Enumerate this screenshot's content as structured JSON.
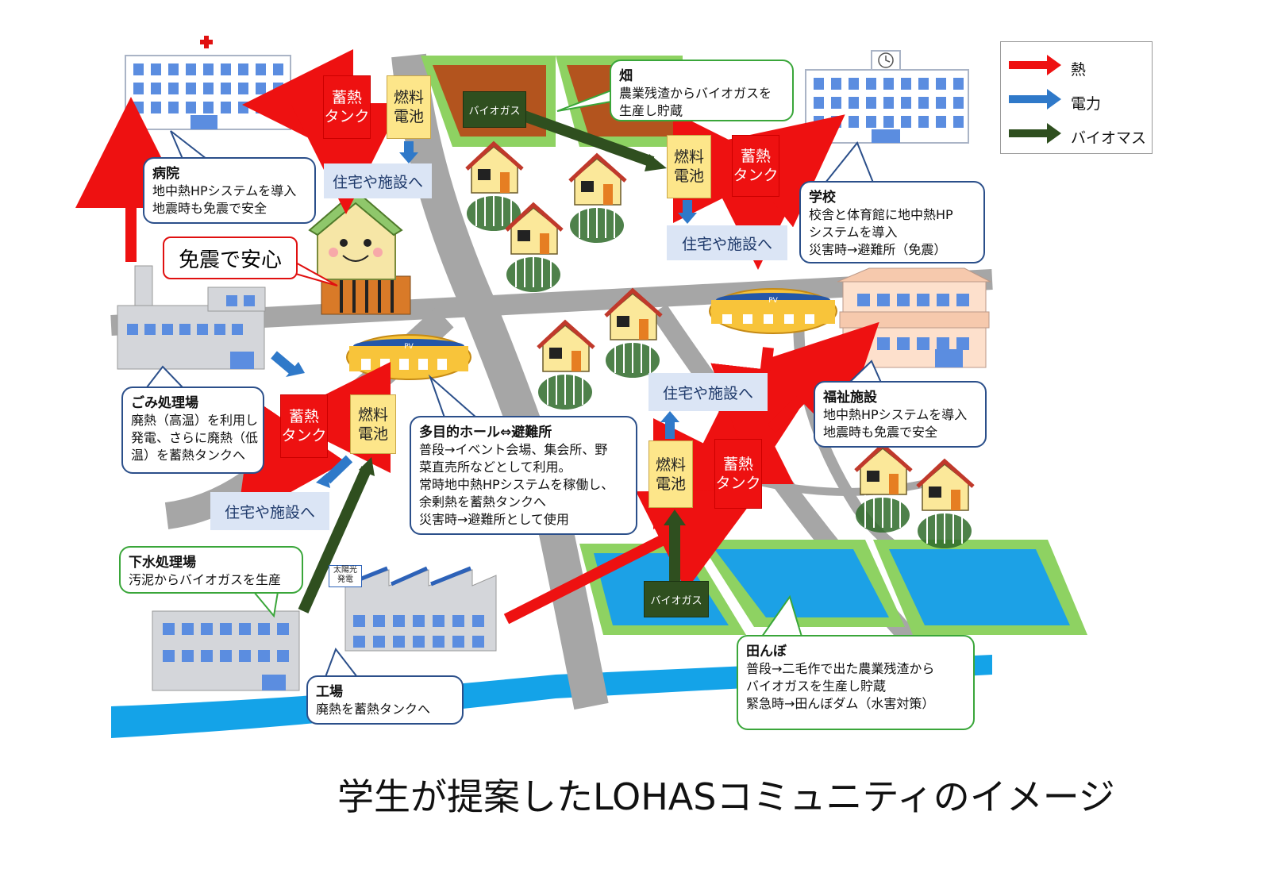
{
  "legend": {
    "heat": "熱",
    "power": "電力",
    "biomass": "バイオマス",
    "heat_color": "#ee1111",
    "power_color": "#2f79c9",
    "biomass_color": "#2f4f1f"
  },
  "units": {
    "tank_label": "蓄熱\nタンク",
    "fuel_cell_label": "燃料\n電池",
    "dest_label": "住宅や施設へ",
    "biogas_label": "バイオガス",
    "pv_label": "PV",
    "solar_label": "太陽光\n発電"
  },
  "callouts": {
    "hospital": {
      "title": "病院",
      "lines": [
        "地中熱HPシステムを導入",
        "地震時も免震で安全"
      ]
    },
    "field": {
      "title": "畑",
      "lines": [
        "農業残渣からバイオガスを",
        "生産し貯蔵"
      ]
    },
    "school": {
      "title": "学校",
      "lines": [
        "校舎と体育館に地中熱HP",
        "システムを導入",
        "災害時→避難所（免震）"
      ]
    },
    "safe": {
      "title": "免震で安心"
    },
    "garbage": {
      "title": "ごみ処理場",
      "lines": [
        "廃熱（高温）を利用し",
        "発電、さらに廃熱（低",
        "温）を蓄熱タンクへ"
      ]
    },
    "hall": {
      "title": "多目的ホール⇔避難所",
      "lines": [
        "普段→イベント会場、集会所、野",
        "菜直売所などとして利用。",
        "常時地中熱HPシステムを稼働し、",
        "余剰熱を蓄熱タンクへ",
        "災害時→避難所として使用"
      ]
    },
    "welfare": {
      "title": "福祉施設",
      "lines": [
        "地中熱HPシステムを導入",
        "地震時も免震で安全"
      ]
    },
    "sewage": {
      "title": "下水処理場",
      "lines": [
        "汚泥からバイオガスを生産"
      ]
    },
    "factory": {
      "title": "工場",
      "lines": [
        "廃熱を蓄熱タンクへ"
      ]
    },
    "paddy": {
      "title": "田んぼ",
      "lines": [
        "普段→二毛作で出た農業残渣から",
        "バイオガスを生産し貯蔵",
        "緊急時→田んぼダム（水害対策）"
      ]
    }
  },
  "caption": "学生が提案したLOHASコミュニティのイメージ"
}
